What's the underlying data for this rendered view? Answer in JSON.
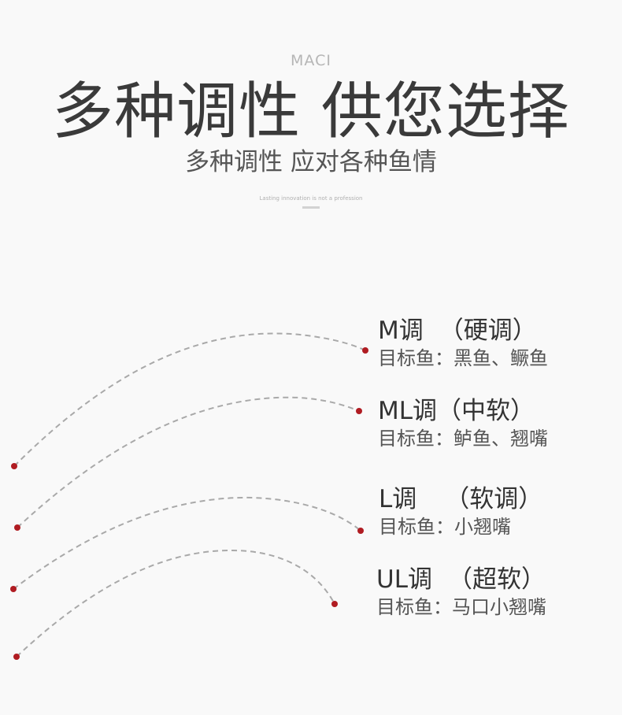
{
  "header": {
    "brand": "MACI",
    "headline": "多种调性 供您选择",
    "subheadline": "多种调性 应对各种鱼情",
    "tagline": "Lasting innovation is not a profession"
  },
  "entries": [
    {
      "title": "M调",
      "type": "（硬调）",
      "target": "目标鱼：黑鱼、鳜鱼"
    },
    {
      "title": "ML调",
      "type": "（中软）",
      "target": "目标鱼：鲈鱼、翘嘴"
    },
    {
      "title": "L调",
      "type": "（软调）",
      "target": "目标鱼：小翘嘴"
    },
    {
      "title": "UL调",
      "type": "（超软）",
      "target": "目标鱼：马口小翘嘴"
    }
  ],
  "colors": {
    "dot": "#b01c22",
    "curve": "#a9a9a9",
    "text": "#333333"
  }
}
